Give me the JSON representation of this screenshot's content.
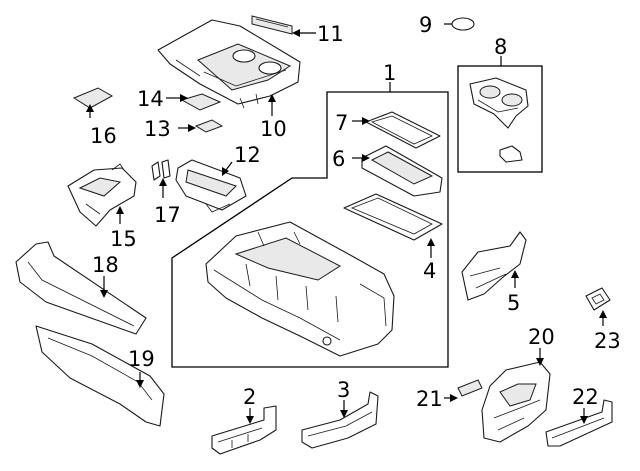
{
  "callouts": [
    {
      "id": "1",
      "text": "1"
    },
    {
      "id": "2",
      "text": "2"
    },
    {
      "id": "3",
      "text": "3"
    },
    {
      "id": "4",
      "text": "4"
    },
    {
      "id": "5",
      "text": "5"
    },
    {
      "id": "6",
      "text": "6"
    },
    {
      "id": "7",
      "text": "7"
    },
    {
      "id": "8",
      "text": "8"
    },
    {
      "id": "9",
      "text": "9"
    },
    {
      "id": "10",
      "text": "10"
    },
    {
      "id": "11",
      "text": "11"
    },
    {
      "id": "12",
      "text": "12"
    },
    {
      "id": "13",
      "text": "13"
    },
    {
      "id": "14",
      "text": "14"
    },
    {
      "id": "15",
      "text": "15"
    },
    {
      "id": "16",
      "text": "16"
    },
    {
      "id": "17",
      "text": "17"
    },
    {
      "id": "18",
      "text": "18"
    },
    {
      "id": "19",
      "text": "19"
    },
    {
      "id": "20",
      "text": "20"
    },
    {
      "id": "21",
      "text": "21"
    },
    {
      "id": "22",
      "text": "22"
    },
    {
      "id": "23",
      "text": "23"
    }
  ]
}
